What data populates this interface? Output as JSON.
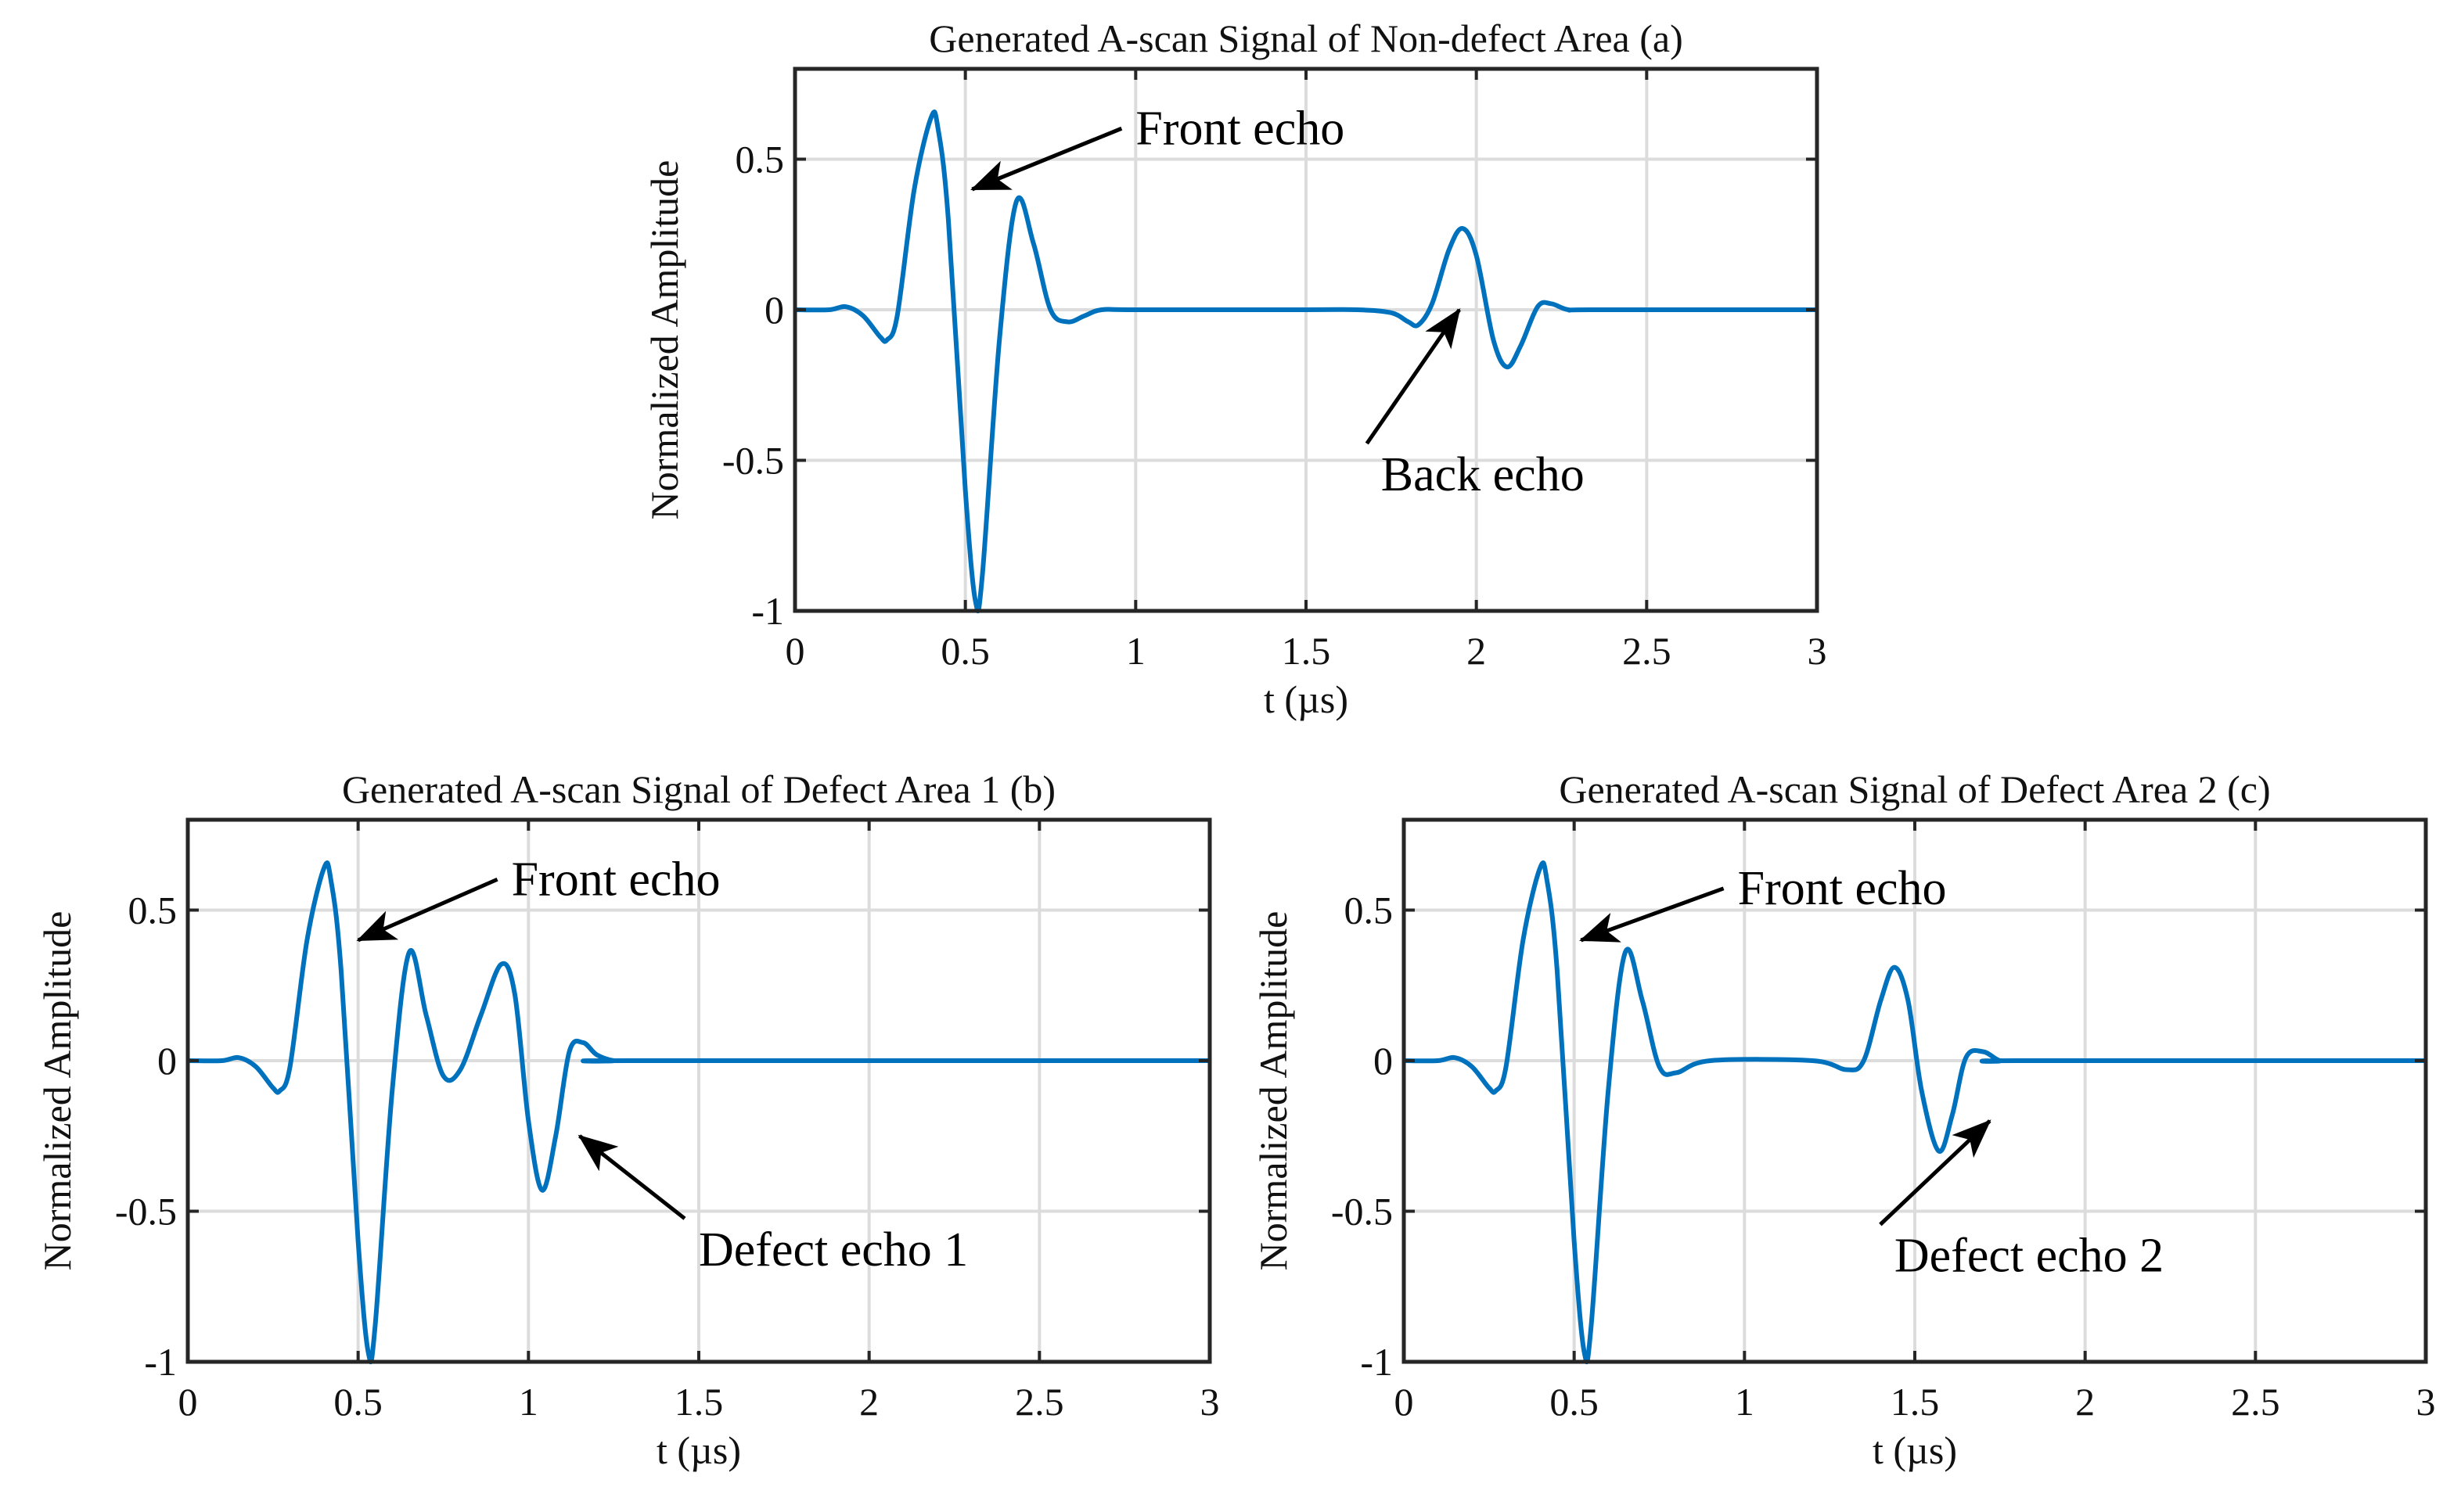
{
  "chart_data": [
    {
      "type": "line",
      "title": "Generated A-scan Signal of Non-defect Area (a)",
      "xlabel": "t (µs)",
      "ylabel": "Normalized Amplitude",
      "xlim": [
        0,
        3
      ],
      "ylim": [
        -1,
        0.8
      ],
      "xticks": [
        0,
        0.5,
        1,
        1.5,
        2,
        2.5,
        3
      ],
      "xtick_labels": [
        "0",
        "0.5",
        "1",
        "1.5",
        "2",
        "2.5",
        "3"
      ],
      "yticks": [
        -1,
        -0.5,
        0,
        0.5
      ],
      "ytick_labels": [
        "-1",
        "-0.5",
        "0",
        "0.5"
      ],
      "grid": true,
      "series_color": "#0072BD",
      "series": [
        {
          "x": [
            0,
            0.1,
            0.15,
            0.2,
            0.25,
            0.27,
            0.3,
            0.35,
            0.4,
            0.42,
            0.45,
            0.5,
            0.53,
            0.55,
            0.6,
            0.65,
            0.7,
            0.75,
            0.8,
            0.85,
            0.9,
            1.0,
            1.5,
            1.65,
            1.75,
            1.8,
            1.83,
            1.87,
            1.92,
            1.96,
            2.0,
            2.05,
            2.09,
            2.13,
            2.18,
            2.22,
            2.27,
            2.35,
            3.0
          ],
          "y": [
            0,
            0,
            0.01,
            -0.02,
            -0.09,
            -0.1,
            -0.02,
            0.4,
            0.64,
            0.6,
            0.3,
            -0.6,
            -0.97,
            -0.88,
            -0.1,
            0.36,
            0.22,
            0.0,
            -0.04,
            -0.02,
            0,
            0,
            0,
            0,
            -0.01,
            -0.04,
            -0.05,
            0.02,
            0.2,
            0.27,
            0.18,
            -0.1,
            -0.19,
            -0.12,
            0.01,
            0.02,
            0.0,
            0,
            0
          ]
        }
      ],
      "annotations": [
        {
          "text": "Front echo",
          "x": 1.0,
          "y": 0.55,
          "arrow_to": [
            0.52,
            0.4
          ]
        },
        {
          "text": "Back echo",
          "x": 1.72,
          "y": -0.6,
          "arrow_to": [
            1.95,
            0.0
          ]
        }
      ]
    },
    {
      "type": "line",
      "title": "Generated A-scan Signal of Defect Area 1 (b)",
      "xlabel": "t (µs)",
      "ylabel": "Normalized Amplitude",
      "xlim": [
        0,
        3
      ],
      "ylim": [
        -1,
        0.8
      ],
      "xticks": [
        0,
        0.5,
        1,
        1.5,
        2,
        2.5,
        3
      ],
      "xtick_labels": [
        "0",
        "0.5",
        "1",
        "1.5",
        "2",
        "2.5",
        "3"
      ],
      "yticks": [
        -1,
        -0.5,
        0,
        0.5
      ],
      "ytick_labels": [
        "-1",
        "-0.5",
        "0",
        "0.5"
      ],
      "grid": true,
      "series_color": "#0072BD",
      "series": [
        {
          "x": [
            0,
            0.1,
            0.15,
            0.2,
            0.25,
            0.27,
            0.3,
            0.35,
            0.4,
            0.42,
            0.45,
            0.5,
            0.53,
            0.55,
            0.6,
            0.65,
            0.7,
            0.75,
            0.8,
            0.86,
            0.92,
            0.96,
            1.0,
            1.04,
            1.08,
            1.12,
            1.16,
            1.2,
            1.25,
            1.3,
            3.0
          ],
          "y": [
            0,
            0,
            0.01,
            -0.02,
            -0.09,
            -0.1,
            -0.02,
            0.4,
            0.64,
            0.6,
            0.3,
            -0.6,
            -0.97,
            -0.88,
            -0.1,
            0.36,
            0.15,
            -0.05,
            -0.03,
            0.15,
            0.32,
            0.22,
            -0.2,
            -0.43,
            -0.25,
            0.03,
            0.06,
            0.02,
            0.0,
            0,
            0
          ]
        }
      ],
      "annotations": [
        {
          "text": "Front echo",
          "x": 0.95,
          "y": 0.55,
          "arrow_to": [
            0.5,
            0.4
          ]
        },
        {
          "text": "Defect echo 1",
          "x": 1.5,
          "y": -0.68,
          "arrow_to": [
            1.15,
            -0.25
          ]
        }
      ]
    },
    {
      "type": "line",
      "title": "Generated A-scan Signal of Defect Area 2 (c)",
      "xlabel": "t (µs)",
      "ylabel": "Normalized Amplitude",
      "xlim": [
        0,
        3
      ],
      "ylim": [
        -1,
        0.8
      ],
      "xticks": [
        0,
        0.5,
        1,
        1.5,
        2,
        2.5,
        3
      ],
      "xtick_labels": [
        "0",
        "0.5",
        "1",
        "1.5",
        "2",
        "2.5",
        "3"
      ],
      "yticks": [
        -1,
        -0.5,
        0,
        0.5
      ],
      "ytick_labels": [
        "-1",
        "-0.5",
        "0",
        "0.5"
      ],
      "grid": true,
      "series_color": "#0072BD",
      "series": [
        {
          "x": [
            0,
            0.1,
            0.15,
            0.2,
            0.25,
            0.27,
            0.3,
            0.35,
            0.4,
            0.42,
            0.45,
            0.5,
            0.53,
            0.55,
            0.6,
            0.65,
            0.7,
            0.75,
            0.8,
            0.9,
            1.2,
            1.3,
            1.35,
            1.4,
            1.44,
            1.48,
            1.52,
            1.57,
            1.61,
            1.65,
            1.7,
            1.75,
            1.8,
            3.0
          ],
          "y": [
            0,
            0,
            0.01,
            -0.02,
            -0.09,
            -0.1,
            -0.02,
            0.4,
            0.64,
            0.6,
            0.3,
            -0.6,
            -0.97,
            -0.88,
            -0.1,
            0.36,
            0.2,
            -0.02,
            -0.04,
            0,
            0,
            -0.03,
            0.0,
            0.2,
            0.31,
            0.2,
            -0.1,
            -0.3,
            -0.18,
            0.01,
            0.03,
            0.0,
            0,
            0
          ]
        }
      ],
      "annotations": [
        {
          "text": "Front echo",
          "x": 0.98,
          "y": 0.52,
          "arrow_to": [
            0.52,
            0.4
          ]
        },
        {
          "text": "Defect echo 2",
          "x": 1.44,
          "y": -0.7,
          "arrow_to": [
            1.72,
            -0.2
          ]
        }
      ]
    }
  ]
}
